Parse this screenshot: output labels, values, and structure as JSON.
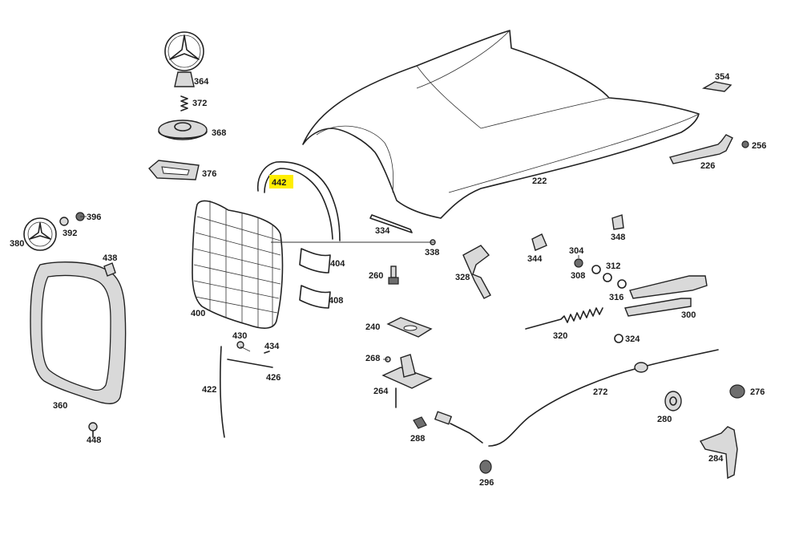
{
  "highlight_color": "#ffee00",
  "callouts": {
    "c222": "222",
    "c226": "226",
    "c240": "240",
    "c256": "256",
    "c260": "260",
    "c264": "264",
    "c268": "268",
    "c272": "272",
    "c276": "276",
    "c280": "280",
    "c284": "284",
    "c288": "288",
    "c296": "296",
    "c300": "300",
    "c304": "304",
    "c308": "308",
    "c312": "312",
    "c316": "316",
    "c320": "320",
    "c324": "324",
    "c328": "328",
    "c334": "334",
    "c338": "338",
    "c344": "344",
    "c348": "348",
    "c354": "354",
    "c360": "360",
    "c364": "364",
    "c368": "368",
    "c372": "372",
    "c376": "376",
    "c380": "380",
    "c392": "392",
    "c396": "396",
    "c400": "400",
    "c404": "404",
    "c408": "408",
    "c422": "422",
    "c426": "426",
    "c430": "430",
    "c434": "434",
    "c438": "438",
    "c442": "442",
    "c448": "448"
  }
}
